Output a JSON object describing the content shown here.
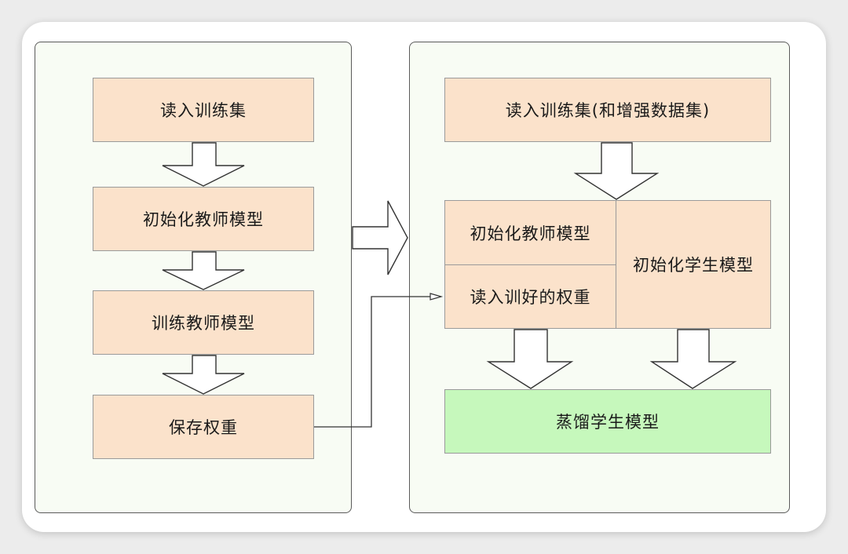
{
  "left": {
    "step1": "读入训练集",
    "step2": "初始化教师模型",
    "step3": "训练教师模型",
    "step4": "保存权重"
  },
  "right": {
    "step1": "读入训练集(和增强数据集)",
    "init_teacher": "初始化教师模型",
    "load_weights": "读入训好的权重",
    "init_student": "初始化学生模型",
    "distill": "蒸馏学生模型"
  },
  "colors": {
    "box_fill": "#fbe2cb",
    "highlight_fill": "#c6f8bc",
    "panel_fill": "#f8fcf4"
  }
}
